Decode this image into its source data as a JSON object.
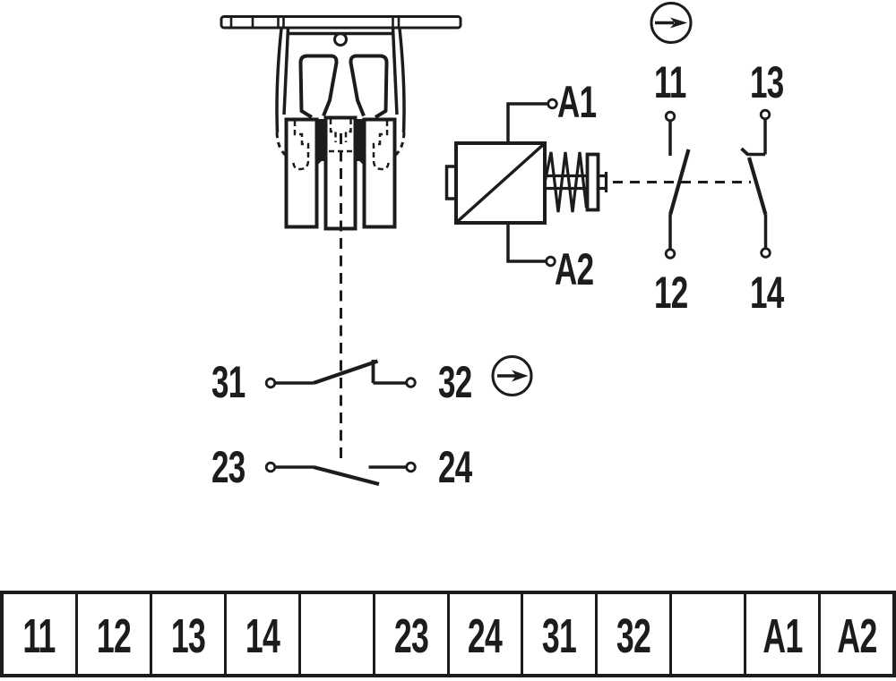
{
  "colors": {
    "ink": "#1c1c1c",
    "paper": "#ffffff"
  },
  "schematic": {
    "coil": {
      "terminal_top": "A1",
      "terminal_bottom": "A2"
    },
    "head_contacts": {
      "nc_top": "11",
      "nc_bottom": "12",
      "no_top": "13",
      "no_bottom": "14"
    },
    "aux_contacts": {
      "nc_left": "31",
      "nc_right": "32",
      "no_left": "23",
      "no_right": "24"
    },
    "icons": {
      "top": "arrow-right-in-circle",
      "mid": "arrow-right-in-circle"
    }
  },
  "terminal_strip": {
    "cells": [
      "11",
      "12",
      "13",
      "14",
      "",
      "23",
      "24",
      "31",
      "32",
      "",
      "A1",
      "A2"
    ]
  }
}
